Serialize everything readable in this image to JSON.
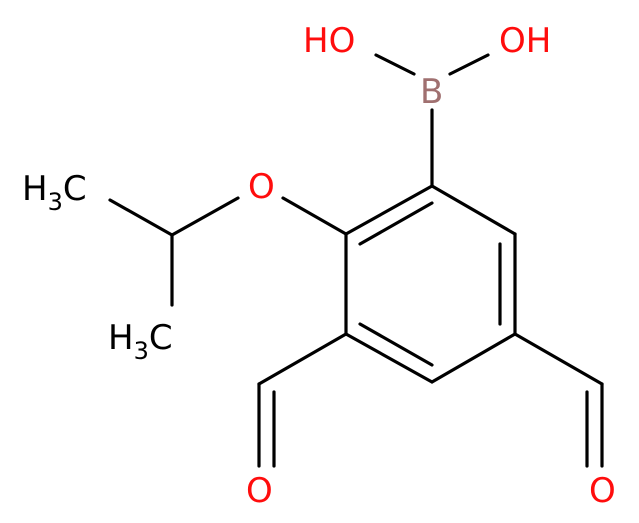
{
  "colors": {
    "oxygen": "#ff0d0d",
    "boron": "#a07070",
    "carbon": "#000000",
    "background": "#ffffff"
  },
  "labels": {
    "ho_left": "HO",
    "oh_right": "OH",
    "boron": "B",
    "ether_oxygen": "O",
    "methyl_top_h": "H",
    "methyl_top_sub": "3",
    "methyl_top_c": "C",
    "methyl_bottom_h": "H",
    "methyl_bottom_sub": "3",
    "methyl_bottom_c": "C",
    "aldehyde_o_left": "O",
    "aldehyde_o_right": "O"
  }
}
